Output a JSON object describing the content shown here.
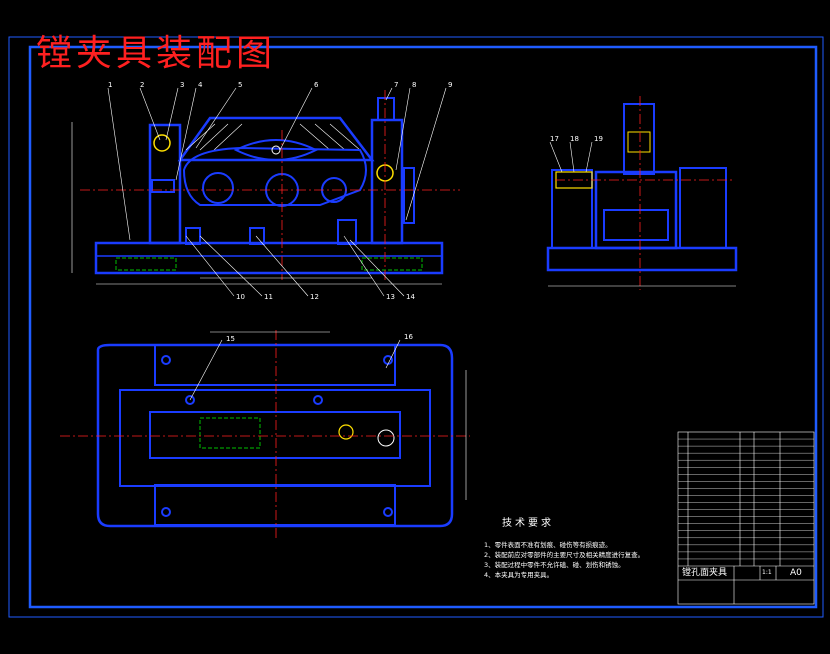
{
  "drawing": {
    "title": "镗夹具装配图",
    "callouts": [
      "1",
      "2",
      "3",
      "4",
      "5",
      "6",
      "7",
      "8",
      "9",
      "10",
      "11",
      "12",
      "13",
      "14",
      "15",
      "16",
      "17",
      "18",
      "19"
    ],
    "tech_requirements": {
      "heading": "技术要求",
      "items": [
        "1、零件表面不准有划痕、碰伤等有损痕迹。",
        "2、装配前应对零部件的主要尺寸及相关精度进行复查。",
        "3、装配过程中零件不允许磕、碰、划伤和锈蚀。",
        "4、本夹具为专用夹具。"
      ]
    },
    "title_block": {
      "name": "镗孔面夹具",
      "size": "A0",
      "scale": "1:1"
    },
    "colors": {
      "background": "#000000",
      "outline": "#1a3cff",
      "frame": "#1f5cff",
      "title": "#ff2020",
      "hatch": "#ffffff",
      "dimension": "#ffffff",
      "centerline": "#ff2020",
      "hidden": "#00c000",
      "leader": "#ffffff",
      "part_fill": "#ffe000"
    }
  }
}
